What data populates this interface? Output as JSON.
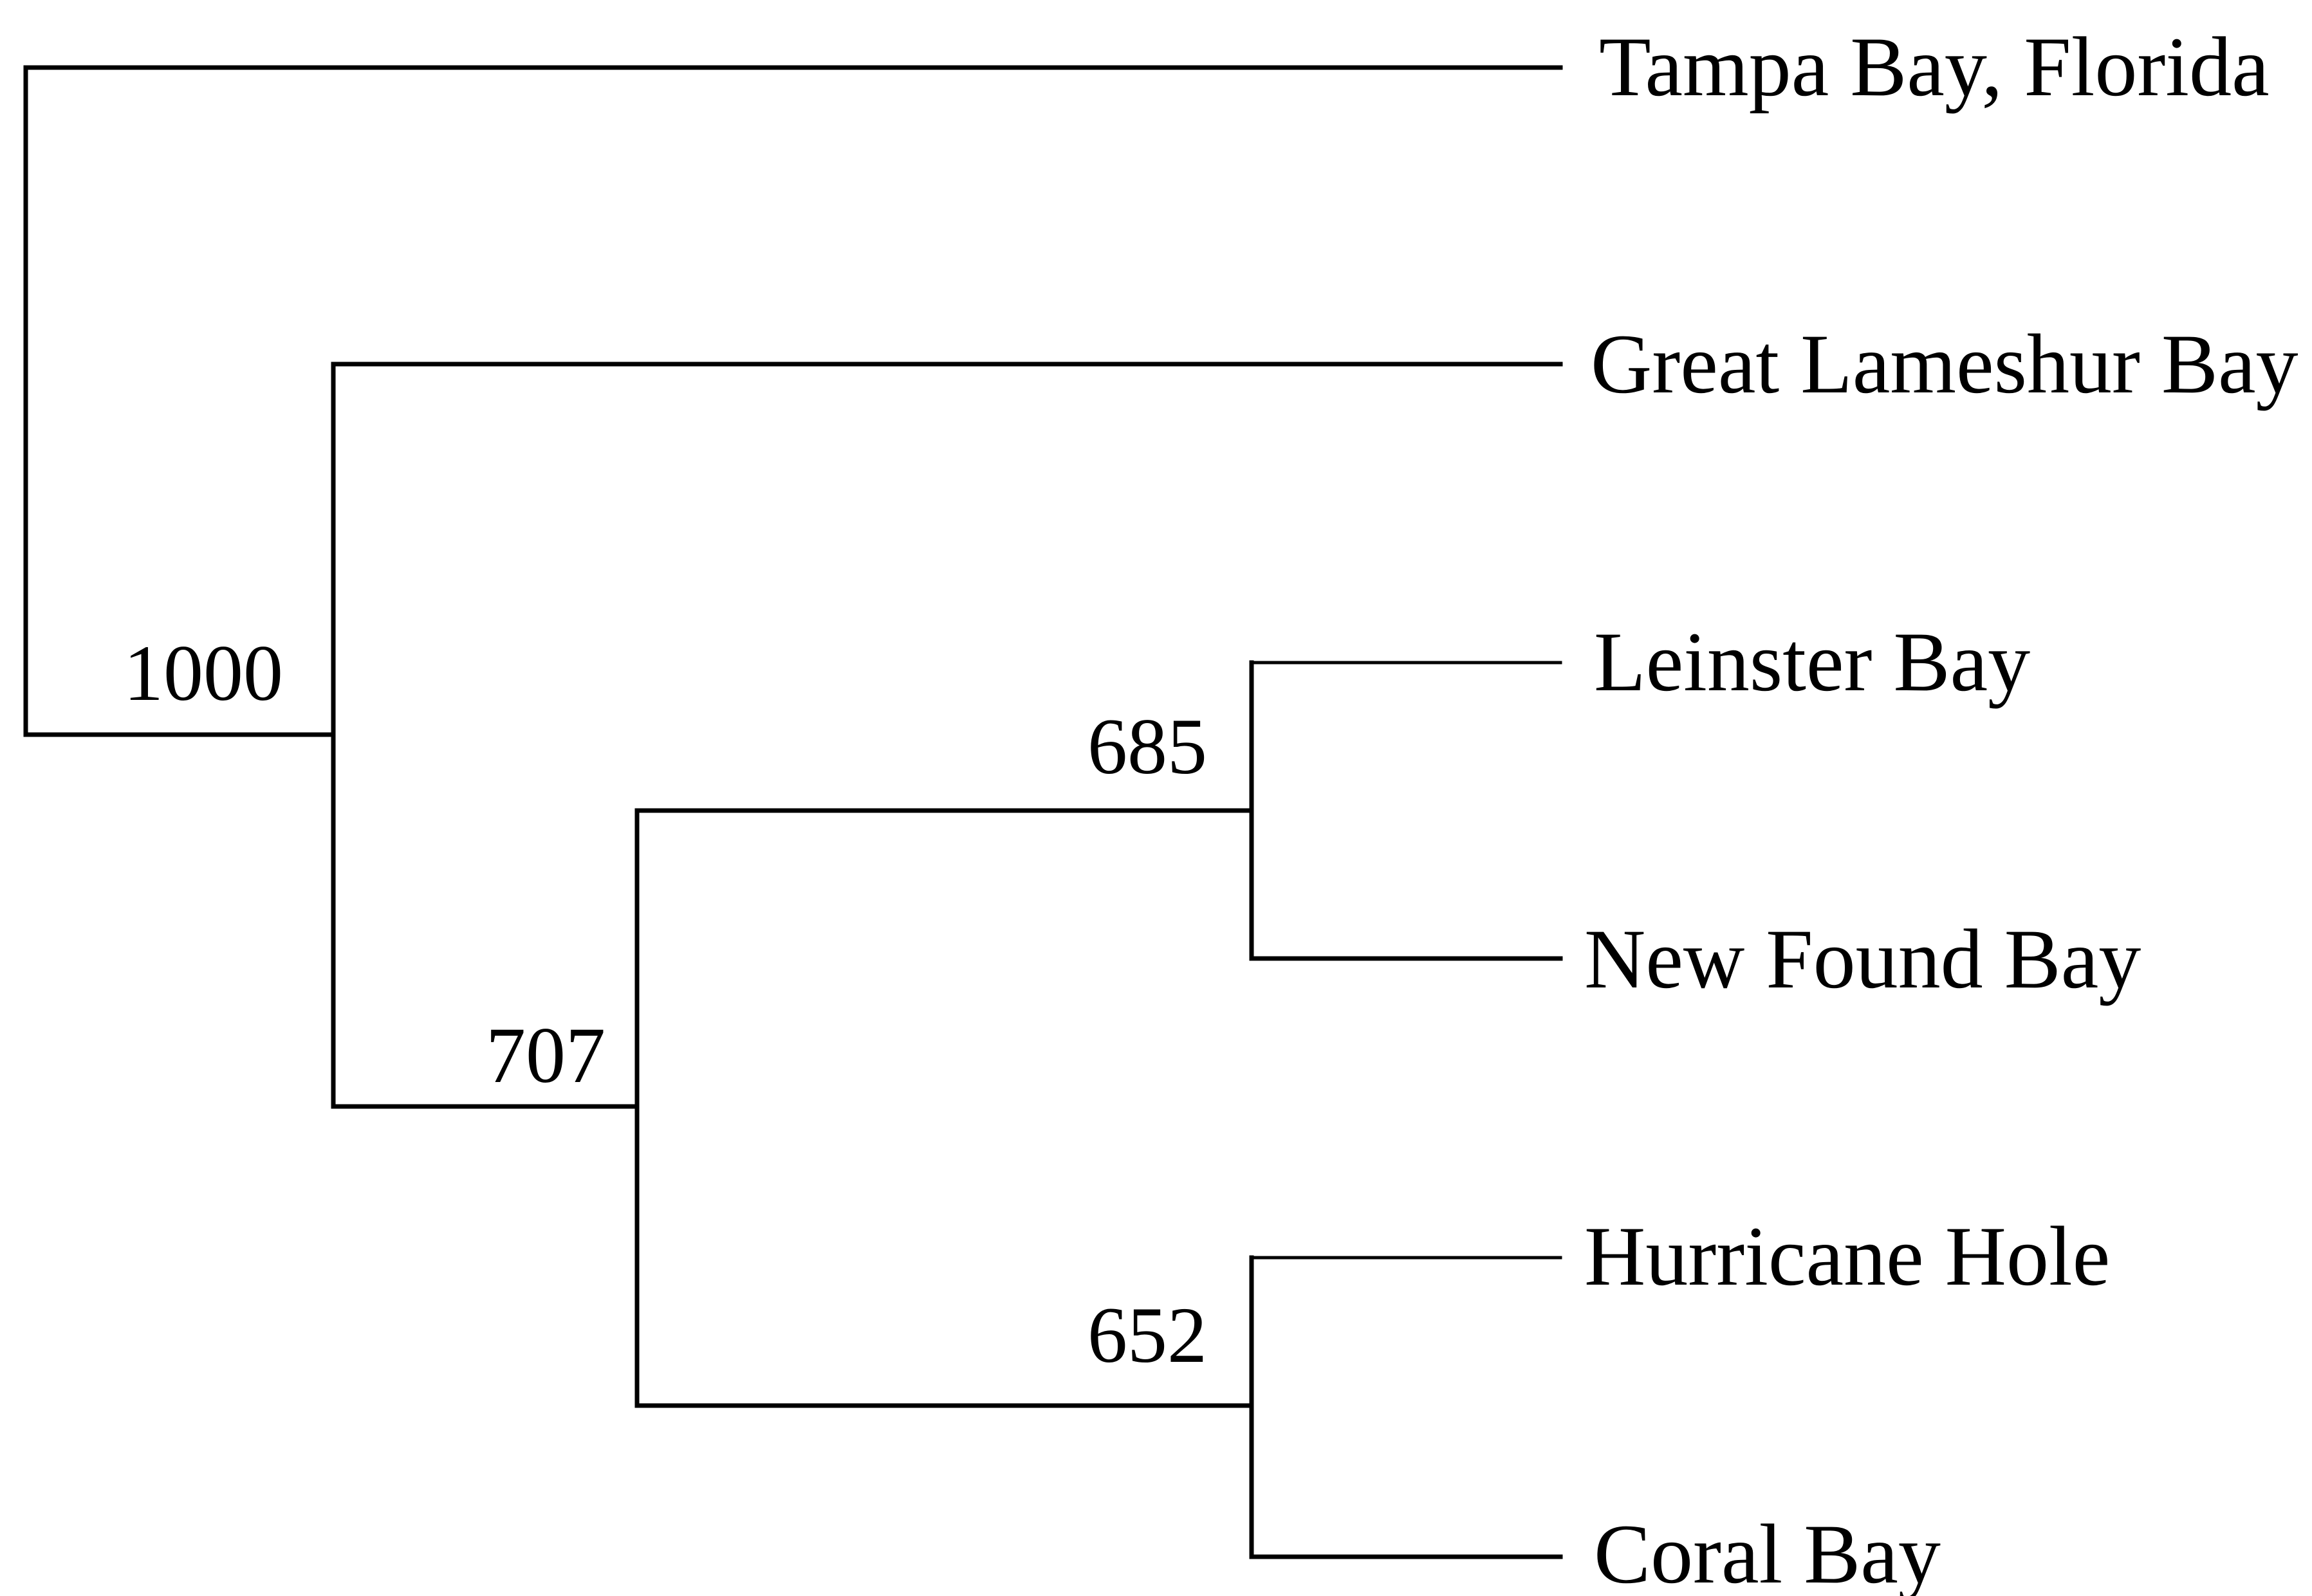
{
  "tree": {
    "taxa": {
      "tampa": "Tampa Bay, Florida",
      "great_lameshur": "Great Lameshur Bay",
      "leinster": "Leinster Bay",
      "new_found": "New Found Bay",
      "hurricane": "Hurricane Hole",
      "coral": "Coral Bay"
    },
    "support": {
      "root": "1000",
      "clade_707": "707",
      "clade_685": "685",
      "clade_652": "652"
    },
    "colors": {
      "line": "#000000",
      "text": "#000000",
      "background": "#ffffff"
    }
  }
}
